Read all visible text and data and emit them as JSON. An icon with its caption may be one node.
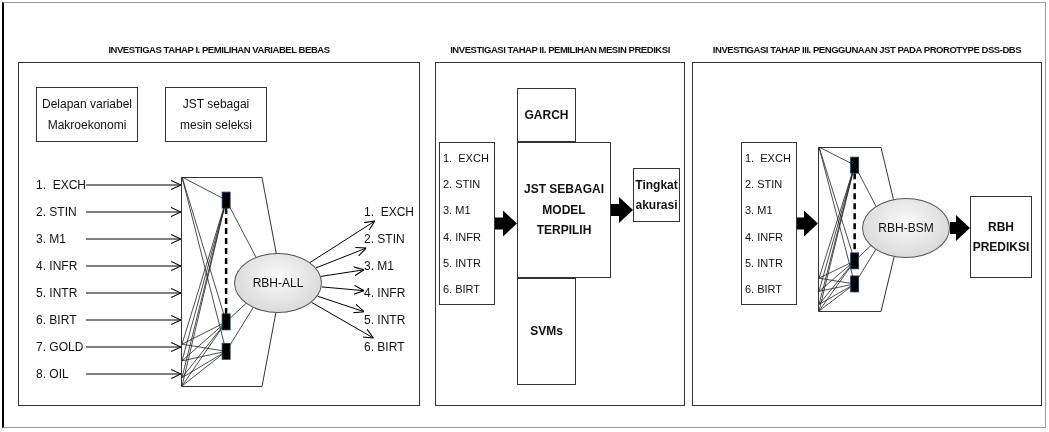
{
  "diagram": {
    "nodes": [
      {
        "text": [
          "INVESTIGAS TAHAP I. PEMILIHAN VARIABEL BEBAS"
        ]
      },
      {
        "text": [
          "Delapan variabel Makroekonomi"
        ],
        "in": 0
      },
      {
        "text": [
          "JST sebagai mesin seleksi"
        ],
        "in": 0
      },
      {
        "text": [
          "1.  EXCH"
        ],
        "in": 0
      },
      {
        "text": [
          "2. STIN"
        ],
        "in": 0
      },
      {
        "text": [
          "3. M1"
        ],
        "in": 0
      },
      {
        "text": [
          "4. INFR"
        ],
        "in": 0
      },
      {
        "text": [
          "5. INTR"
        ],
        "in": 0
      },
      {
        "text": [
          "6. BIRT"
        ],
        "in": 0
      },
      {
        "text": [
          "7. GOLD"
        ],
        "in": 0
      },
      {
        "text": [
          "8. OIL"
        ],
        "in": 0
      },
      {
        "text": [],
        "shape": "box",
        "in": 0
      },
      {
        "text": [
          "RBH-ALL"
        ],
        "in": 0
      },
      {
        "text": [
          "1.  EXCH"
        ],
        "in": 0
      },
      {
        "text": [
          "2. STIN"
        ],
        "in": 0
      },
      {
        "text": [
          "3. M1"
        ],
        "in": 0
      },
      {
        "text": [
          "4. INFR"
        ],
        "in": 0
      },
      {
        "text": [
          "5. INTR"
        ],
        "in": 0
      },
      {
        "text": [
          "6. BIRT"
        ],
        "in": 0
      },
      {
        "text": [
          "INVESTIGASI TAHAP II. PEMILIHAN MESIN PREDIKSI"
        ]
      },
      {
        "text": [
          "1.  EXCH",
          "2. STIN",
          "3. M1",
          "4. INFR",
          "5. INTR",
          "6. BIRT"
        ],
        "in": 19
      },
      {
        "text": [
          "GARCH"
        ],
        "in": 19
      },
      {
        "text": [
          "JST SEBAGAI MODEL TERPILIH"
        ],
        "in": 19
      },
      {
        "text": [
          "SVMs"
        ],
        "in": 19
      },
      {
        "text": [
          "Tingkat akurasi"
        ],
        "in": 19
      },
      {
        "text": [
          "INVESTIGASI TAHAP III. PENGGUNAAN JST PADA PROROTYPE DSS-DBS"
        ]
      },
      {
        "text": [
          "1.  EXCH",
          "2. STIN",
          "3. M1",
          "4. INFR",
          "5. INTR",
          "6. BIRT"
        ],
        "in": 25
      },
      {
        "text": [],
        "shape": "box",
        "in": 25
      },
      {
        "text": [
          "RBH-BSM"
        ],
        "in": 25
      },
      {
        "text": [
          "RBH PREDIKSI"
        ],
        "in": 25
      }
    ],
    "edges": [
      {
        "from": 3,
        "to": 11,
        "arrow": "to"
      },
      {
        "from": 4,
        "to": 11,
        "arrow": "to"
      },
      {
        "from": 5,
        "to": 11,
        "arrow": "to"
      },
      {
        "from": 6,
        "to": 11,
        "arrow": "to"
      },
      {
        "from": 7,
        "to": 11,
        "arrow": "to"
      },
      {
        "from": 8,
        "to": 11,
        "arrow": "to"
      },
      {
        "from": 9,
        "to": 11,
        "arrow": "to"
      },
      {
        "from": 10,
        "to": 11,
        "arrow": "to"
      },
      {
        "from": 12,
        "to": 13,
        "arrow": "to"
      },
      {
        "from": 12,
        "to": 14,
        "arrow": "to"
      },
      {
        "from": 12,
        "to": 15,
        "arrow": "to"
      },
      {
        "from": 12,
        "to": 16,
        "arrow": "to"
      },
      {
        "from": 12,
        "to": 17,
        "arrow": "to"
      },
      {
        "from": 12,
        "to": 18,
        "arrow": "to"
      },
      {
        "from": 20,
        "to": 22,
        "arrow": "to",
        "style": "thick"
      },
      {
        "from": 22,
        "to": 24,
        "arrow": "to",
        "style": "thick"
      },
      {
        "from": 26,
        "to": 27,
        "arrow": "to",
        "style": "thick"
      },
      {
        "from": 28,
        "to": 29,
        "arrow": "to",
        "style": "thick"
      }
    ]
  }
}
